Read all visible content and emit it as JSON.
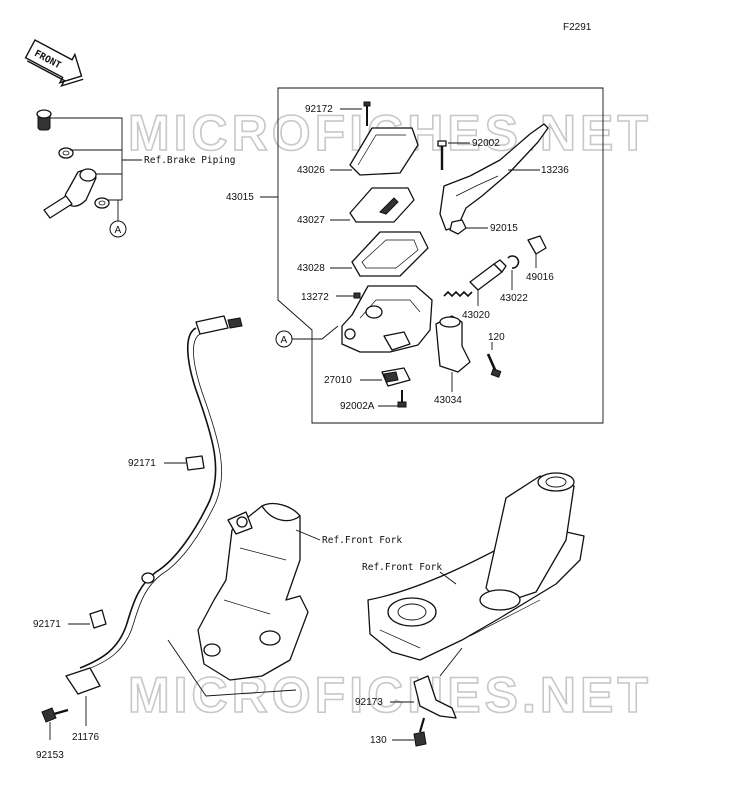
{
  "figure_code": "F2291",
  "front_arrow_label": "FRONT",
  "watermark": "MICROFICHES.NET",
  "callout_letter": "A",
  "references": {
    "brake_piping": "Ref.Brake Piping",
    "front_fork_left": "Ref.Front Fork",
    "front_fork_right": "Ref.Front Fork"
  },
  "parts": {
    "p92172": "92172",
    "p43026": "43026",
    "p43015": "43015",
    "p43027": "43027",
    "p43028": "43028",
    "p13272": "13272",
    "p27010": "27010",
    "p92002A": "92002A",
    "p92002": "92002",
    "p13236": "13236",
    "p92015": "92015",
    "p49016": "49016",
    "p43022": "43022",
    "p43020": "43020",
    "p120": "120",
    "p43034": "43034",
    "p92171_top": "92171",
    "p92171_bottom": "92171",
    "p21176": "21176",
    "p92153": "92153",
    "p92173": "92173",
    "p130": "130"
  }
}
